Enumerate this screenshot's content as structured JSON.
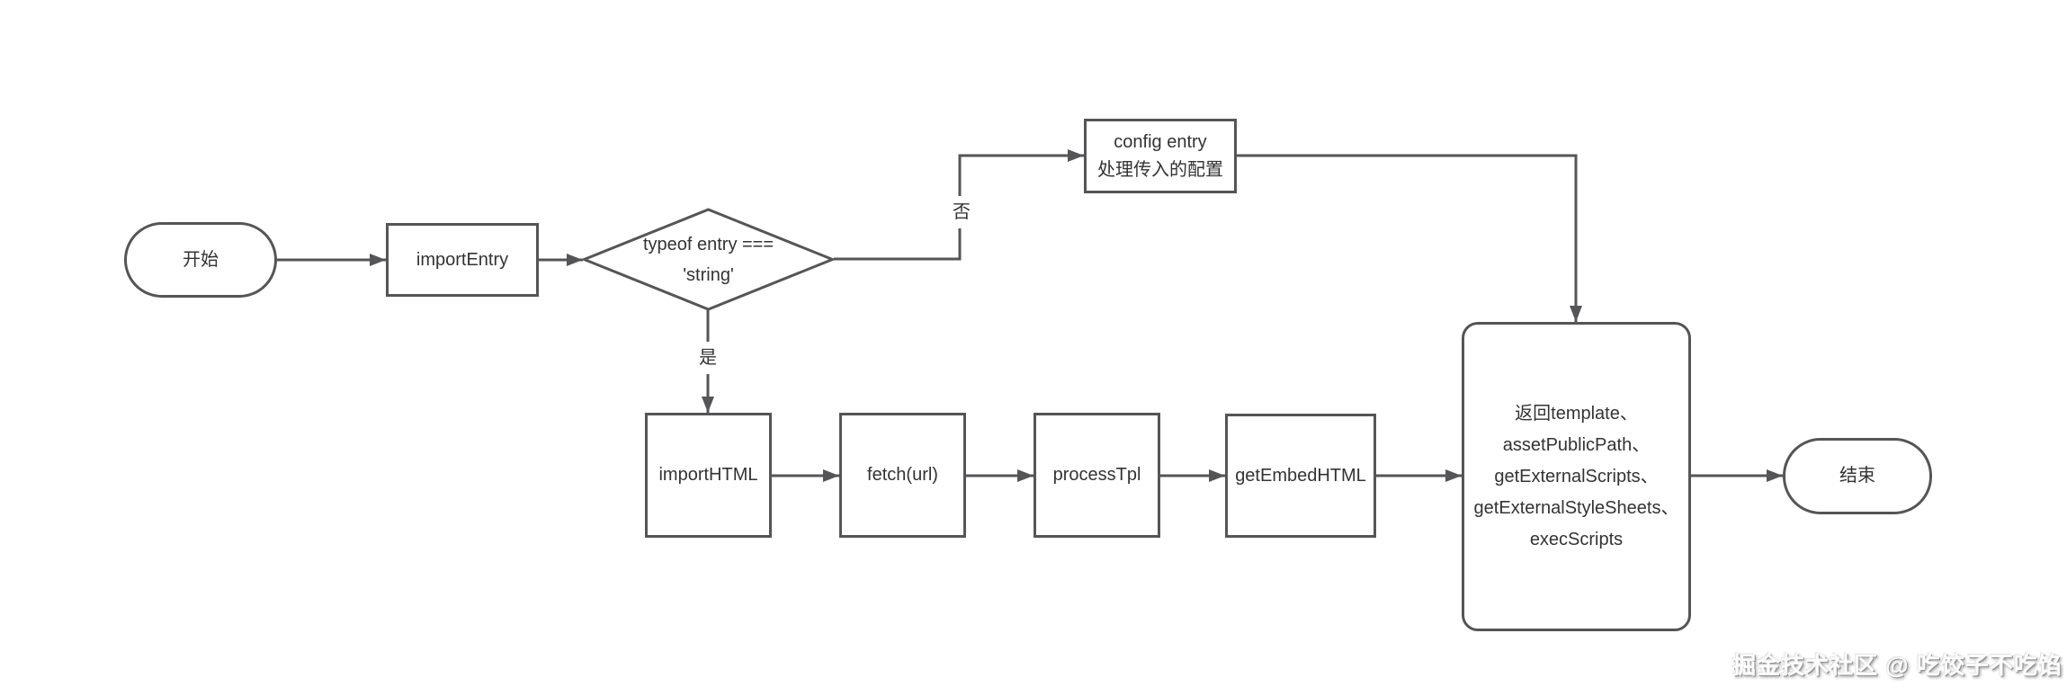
{
  "diagram": {
    "nodes": {
      "start": {
        "label": "开始"
      },
      "import_entry": {
        "label": "importEntry"
      },
      "decision": {
        "line1": "typeof entry ===",
        "line2": "'string'"
      },
      "config_entry": {
        "line1": "config entry",
        "line2": "处理传入的配置"
      },
      "import_html": {
        "label": "importHTML"
      },
      "fetch_url": {
        "label": "fetch(url)"
      },
      "process_tpl": {
        "label": "processTpl"
      },
      "get_embed_html": {
        "label": "getEmbedHTML"
      },
      "result": {
        "lines": [
          "返回template、",
          "assetPublicPath、",
          "getExternalScripts、",
          "getExternalStyleSheets、",
          "execScripts"
        ]
      },
      "end": {
        "label": "结束"
      }
    },
    "edge_labels": {
      "no": "否",
      "yes": "是"
    },
    "watermark": "掘金技术社区 @ 吃饺子不吃馅",
    "colors": {
      "stroke": "#555558",
      "text": "#333333",
      "background": "#ffffff",
      "watermark_text": "#fcfcfc"
    }
  }
}
